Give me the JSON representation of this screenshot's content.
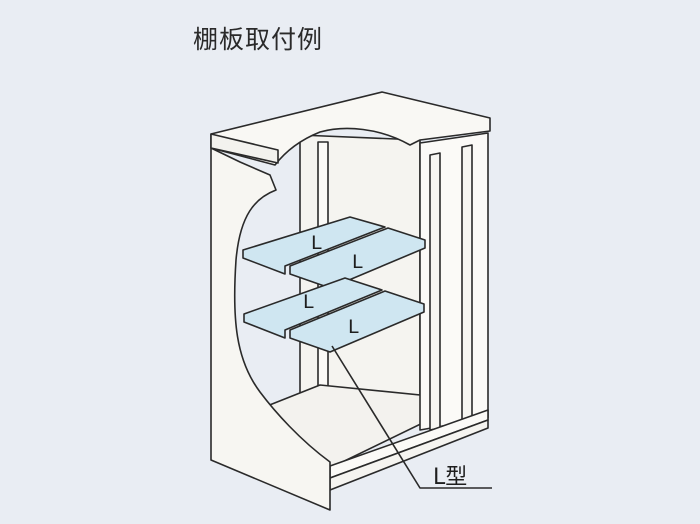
{
  "title": "棚板取付例",
  "shelf_labels": [
    "L",
    "L",
    "L",
    "L"
  ],
  "callout_label": "L型",
  "colors": {
    "background": "#e9edf3",
    "cabinet_fill": "#f7f6f2",
    "shelf_fill": "#cfe6f1",
    "line": "#2a2a2a"
  }
}
